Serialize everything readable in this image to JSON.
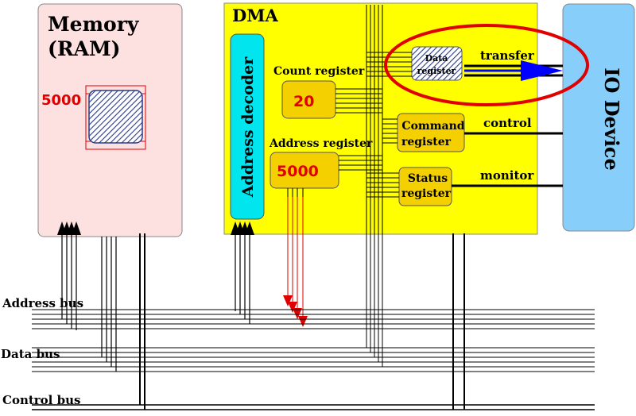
{
  "memory": {
    "title_line1": "Memory",
    "title_line2": "(RAM)",
    "address_label": "5000"
  },
  "dma": {
    "title": "DMA",
    "address_decoder": "Address decoder",
    "count_register": {
      "label": "Count  register",
      "value": "20"
    },
    "address_register": {
      "label": "Address register",
      "value": "5000"
    },
    "data_register": {
      "line1": "Data",
      "line2": "register"
    },
    "command_register": {
      "line1": "Command",
      "line2": "register"
    },
    "status_register": {
      "line1": "Status",
      "line2": "register"
    }
  },
  "io_device": {
    "label": "IO Device"
  },
  "links": {
    "transfer": "transfer",
    "control": "control",
    "monitor": "monitor"
  },
  "buses": {
    "address": "Address bus",
    "data": "Data bus",
    "control": "Control bus"
  },
  "colors": {
    "memory_fill": "#fde0e0",
    "dma_fill": "#ffff00",
    "decoder_fill": "#00e5ee",
    "register_fill": "#f5d000",
    "io_fill": "#87cefa",
    "highlight_red": "#e00000",
    "transfer_blue": "#0000ff"
  }
}
